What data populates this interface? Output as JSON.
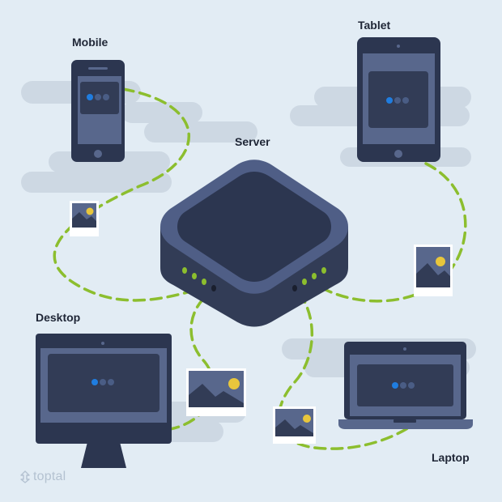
{
  "labels": {
    "mobile": "Mobile",
    "tablet": "Tablet",
    "server": "Server",
    "desktop": "Desktop",
    "laptop": "Laptop"
  },
  "brand": {
    "name": "toptal",
    "icon": "toptal-logo-icon"
  },
  "colors": {
    "background": "#e2ecf4",
    "cloud": "#cdd8e3",
    "device_dark": "#2c3650",
    "device_mid": "#58678c",
    "screen_dark": "#323c56",
    "connection": "#8cbe2e",
    "loading_dot_primary": "#1f7de0",
    "loading_dot_secondary": "#4a5d85",
    "sun": "#e8c63c"
  },
  "icons": [
    "loading-dots-icon",
    "image-thumbnail-icon",
    "sun-icon",
    "mountain-icon",
    "home-button-icon",
    "camera-icon"
  ]
}
